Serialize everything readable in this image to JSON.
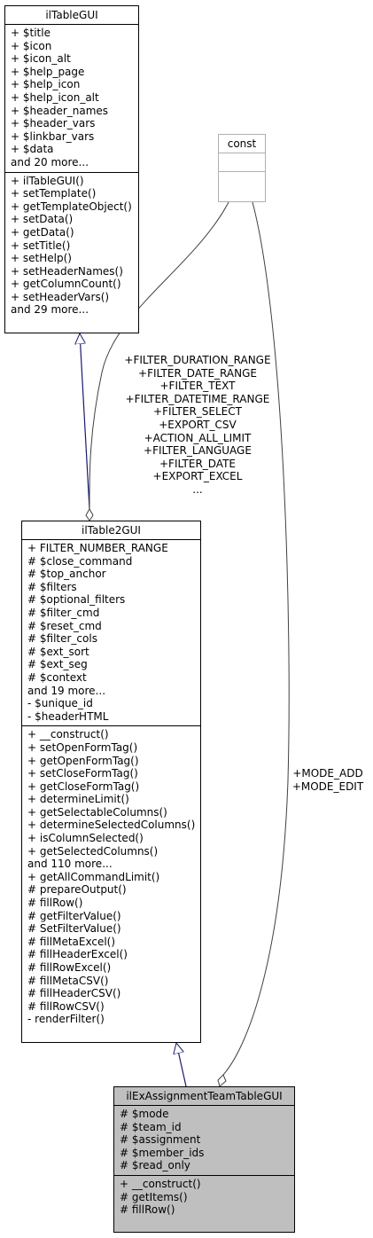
{
  "classes": {
    "iltablegui": {
      "name": "ilTableGUI",
      "attributes": [
        "+ $title",
        "+ $icon",
        "+ $icon_alt",
        "+ $help_page",
        "+ $help_icon",
        "+ $help_icon_alt",
        "+ $header_names",
        "+ $header_vars",
        "+ $linkbar_vars",
        "+ $data",
        "and 20 more..."
      ],
      "methods": [
        "+ ilTableGUI()",
        "+ setTemplate()",
        "+ getTemplateObject()",
        "+ setData()",
        "+ getData()",
        "+ setTitle()",
        "+ setHelp()",
        "+ setHeaderNames()",
        "+ getColumnCount()",
        "+ setHeaderVars()",
        "and 29 more..."
      ]
    },
    "const": {
      "name": "const",
      "attributes": [],
      "methods": []
    },
    "iltable2gui": {
      "name": "ilTable2GUI",
      "attributes": [
        "+ FILTER_NUMBER_RANGE",
        "# $close_command",
        "# $top_anchor",
        "# $filters",
        "# $optional_filters",
        "# $filter_cmd",
        "# $reset_cmd",
        "# $filter_cols",
        "# $ext_sort",
        "# $ext_seg",
        "# $context",
        "and 19 more...",
        "- $unique_id",
        "- $headerHTML"
      ],
      "methods": [
        "+ __construct()",
        "+ setOpenFormTag()",
        "+ getOpenFormTag()",
        "+ setCloseFormTag()",
        "+ getCloseFormTag()",
        "+ determineLimit()",
        "+ getSelectableColumns()",
        "+ determineSelectedColumns()",
        "+ isColumnSelected()",
        "+ getSelectedColumns()",
        "and 110 more...",
        "+ getAllCommandLimit()",
        "# prepareOutput()",
        "# fillRow()",
        "# getFilterValue()",
        "# SetFilterValue()",
        "# fillMetaExcel()",
        "# fillHeaderExcel()",
        "# fillRowExcel()",
        "# fillMetaCSV()",
        "# fillHeaderCSV()",
        "# fillRowCSV()",
        "- renderFilter()"
      ]
    },
    "ilexassignmentteamtablegui": {
      "name": "ilExAssignmentTeamTableGUI",
      "attributes": [
        "# $mode",
        "# $team_id",
        "# $assignment",
        "# $member_ids",
        "# $read_only"
      ],
      "methods": [
        "+ __construct()",
        "# getItems()",
        "# fillRow()"
      ]
    }
  },
  "edges": {
    "const_to_table2": [
      "+FILTER_DURATION_RANGE",
      "+FILTER_DATE_RANGE",
      "+FILTER_TEXT",
      "+FILTER_DATETIME_RANGE",
      "+FILTER_SELECT",
      "+EXPORT_CSV",
      "+ACTION_ALL_LIMIT",
      "+FILTER_LANGUAGE",
      "+FILTER_DATE",
      "+EXPORT_EXCEL",
      "..."
    ],
    "const_to_team": [
      "+MODE_ADD",
      "+MODE_EDIT"
    ]
  },
  "colors": {
    "inheritance": "#191970",
    "composition": "#404040",
    "highlight_fill": "#bfbfbf",
    "const_border": "#b0b0b0"
  }
}
